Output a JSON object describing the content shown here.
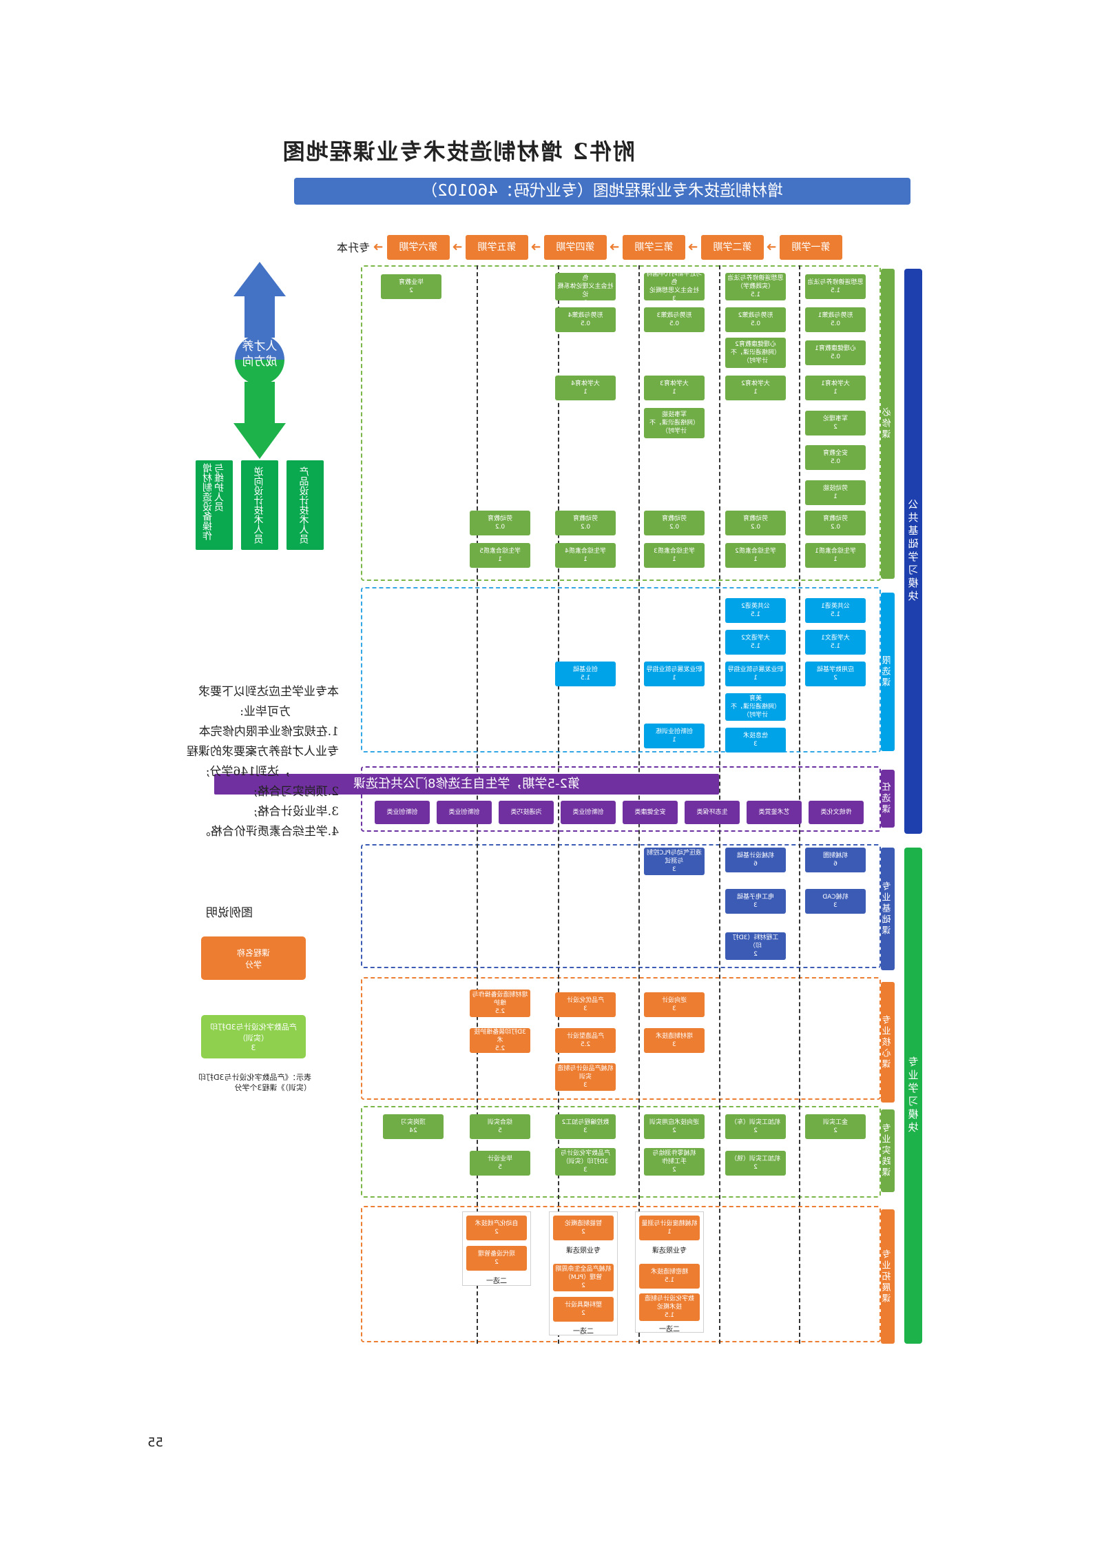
{
  "page_title": "附件2  增材制造技术专业课程地图",
  "banner": "增材制造技术专业课程地图（专业代码：460102）",
  "semesters": [
    "第一学期",
    "第二学期",
    "第三学期",
    "第四学期",
    "第五学期",
    "第六学期"
  ],
  "upgrade": "专升本",
  "sidebars": {
    "public": "公共基础学习模块",
    "major": "专业学习模块"
  },
  "tabs": {
    "required": "必修课",
    "limited": "限选课",
    "elective": "任选课",
    "basic": "专业基础课",
    "core": "专业核心课",
    "practice": "专业实践课",
    "expand": "专业拓展课"
  },
  "boxes": {
    "m1": [
      "思想道德修养与法治",
      "1.5"
    ],
    "m2": [
      "形势与政策1",
      "0.5"
    ],
    "m3": [
      "心理健康教育1",
      "0.5"
    ],
    "m4": [
      "大学体育1",
      "1"
    ],
    "m5": [
      "军事理论",
      "2"
    ],
    "m6": [
      "安全教育",
      "0.5"
    ],
    "m7": [
      "劳动技能",
      "1"
    ],
    "m8": [
      "劳动教育",
      "0.2"
    ],
    "m9": [
      "学生综合素质1",
      "1"
    ],
    "n1": [
      "思想道德修养与法治",
      "（实践教学）",
      "1.5"
    ],
    "n2": [
      "形势与政策2",
      "0.5"
    ],
    "n3": [
      "心理健康教育2",
      "（网络通识课，不",
      "计学时）"
    ],
    "n4": [
      "大学体育2",
      "1"
    ],
    "n5": [
      "劳动教育",
      "0.2"
    ],
    "n6": [
      "学生综合素质2",
      "1"
    ],
    "o1": [
      "习近平新时代中国特色",
      "社会主义思想概论",
      "3"
    ],
    "o2": [
      "形势与政策3",
      "0.5"
    ],
    "o3": [
      "大学体育3",
      "1"
    ],
    "o4": [
      "军事技能",
      "（网络通识课，不",
      "计学时）"
    ],
    "o5": [
      "劳动教育",
      "0.2"
    ],
    "o6": [
      "学生综合素质3",
      "1"
    ],
    "q1": [
      "毛泽东思想和中国特色",
      "社会主义理论体系概论",
      "2"
    ],
    "q2": [
      "形势与政策4",
      "0.5"
    ],
    "q3": [
      "大学体育4",
      "1"
    ],
    "q4": [
      "劳动教育",
      "0.2"
    ],
    "q5": [
      "学生综合素质4",
      "1"
    ],
    "r1": [
      "劳动教育",
      "0.2"
    ],
    "r2": [
      "学生综合素质5",
      "1"
    ],
    "s1": [
      "毕业教育",
      "2"
    ],
    "l1": [
      "公共英语1",
      "1.5"
    ],
    "l2": [
      "大学语文1",
      "1.5"
    ],
    "l3": [
      "应用数学基础",
      "2"
    ],
    "l4": [
      "公共英语2",
      "1.5"
    ],
    "l5": [
      "大学语文2",
      "1.5"
    ],
    "l6": [
      "职业发展与就业指导",
      "1"
    ],
    "l7": [
      "美育",
      "（网络通识课，不",
      "计学时）"
    ],
    "l8": [
      "信息技术",
      "3"
    ],
    "l9": [
      "职业发展与就业指导",
      "1"
    ],
    "l10": [
      "创新创业训练",
      "1"
    ],
    "l11": [
      "创业基础",
      "1.5"
    ],
    "elective_bar": "第2-5学期，学生自主选修8门公共任选课",
    "electives": [
      "传统文化类",
      "艺术鉴赏类",
      "生态环保类",
      "安全健康类",
      "创新创业类",
      "沟通技巧类",
      "创新创业类",
      "创新创业类"
    ],
    "b1": [
      "机械制图",
      "6"
    ],
    "b2": [
      "机械CAD",
      "3"
    ],
    "b3": [
      "机械设计基础",
      "6"
    ],
    "b4": [
      "电工电子基础",
      "3"
    ],
    "b5": [
      "工程材料（3D打",
      "印）",
      "2"
    ],
    "b6": [
      "液压气动与PLC控制",
      "与测试",
      "3"
    ],
    "c1": [
      "逆向设计",
      "3"
    ],
    "c2": [
      "增材制造技术",
      "3"
    ],
    "c3": [
      "产品优化设计",
      "3"
    ],
    "c4": [
      "产品造型设计",
      "2.5"
    ],
    "c5": [
      "机械产品设计与制造",
      "实训",
      "3"
    ],
    "c6": [
      "增材制造设备操作与",
      "维护",
      "2.5"
    ],
    "c7": [
      "3D打印装备维护技术",
      "2.5"
    ],
    "p1": [
      "金工实训",
      "2"
    ],
    "p2": [
      "机加工实训（车）",
      "2"
    ],
    "p3": [
      "机加工实训（铣）",
      "2"
    ],
    "p4": [
      "逆向技术应用实训",
      "2"
    ],
    "p5": [
      "机械零件测绘与",
      "手工制作",
      "2"
    ],
    "p6": [
      "数控编程与加工2",
      "3"
    ],
    "p7": [
      "产品数字化设计与",
      "3D打印（实训）",
      "3"
    ],
    "p8": [
      "综合实训",
      "5"
    ],
    "p9": [
      "毕业设计",
      "5"
    ],
    "p10": [
      "顶岗实习",
      "24"
    ],
    "e1": [
      "机械精度设计与测量",
      "1"
    ],
    "e2": [
      "精密制造技术",
      "1.5"
    ],
    "e3": [
      "数字化设计与制造",
      "技术概论",
      "1.5"
    ],
    "e4": [
      "智能制造概论",
      "2"
    ],
    "e5": [
      "机械产品全生命周期",
      "管理（PLM）",
      "2"
    ],
    "e6": [
      "塑料模具设计",
      "2"
    ],
    "e7": [
      "自动化产线技术",
      "2"
    ],
    "e8": [
      "现代设备管理",
      "2"
    ],
    "frames": {
      "f1_label": "专业限选课",
      "f1_choose": "二选一",
      "f2_label": "专业限选课",
      "f2_choose": "二选一",
      "f3_choose": "二选一"
    }
  },
  "direction": "人才养成方向",
  "goals": [
    "产品设计技术人员",
    "逆向设计技术人员",
    "增材制造设备操作与维护人员"
  ],
  "notes": [
    "本专业学生应达到以下要求",
    "方可毕业:",
    "1.在规定修业年限内修完本",
    "专业人才培养方案要求的课程",
    "，达到146学分;",
    "2.顶岗实习合格;",
    "3.毕业设计合格;",
    "4.学生综合素质评价合格。"
  ],
  "legend": {
    "title": "图例说明",
    "orange_name": "课程名称",
    "orange_credit": "学分",
    "green_l1": "产品数字化设计与3D打印",
    "green_l2": "（实训）",
    "green_l3": "3",
    "desc": "表示：《产品数字化设计与3D打印（实训）》课程3个学分"
  },
  "page_number": "55",
  "colors": {
    "orange": "#ed7d31",
    "green": "#70ad47",
    "blue": "#00a2e8",
    "purple": "#7030a0",
    "navy": "#3b5bb5",
    "sidebar_blue": "#1e40af",
    "sidebar_green": "#1db24a"
  }
}
